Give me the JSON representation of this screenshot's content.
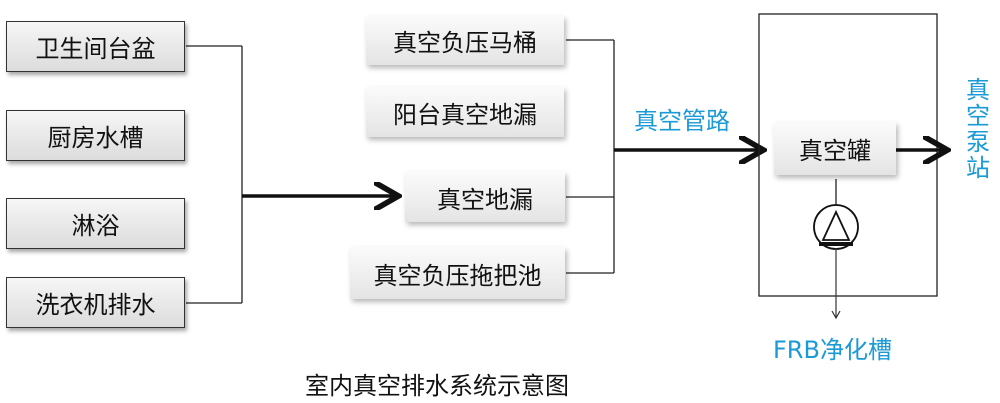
{
  "sources": [
    "卫生间台盆",
    "厨房水槽",
    "淋浴",
    "洗衣机排水"
  ],
  "devices": [
    "真空负压马桶",
    "阳台真空地漏",
    "真空地漏",
    "真空负压拖把池"
  ],
  "pipe_label": "真空管路",
  "tank_label": "真空罐",
  "pump_station_label": "真空泵站",
  "frb_label": "FRB净化槽",
  "title": "室内真空排水系统示意图",
  "colors": {
    "accent": "#1a9ad6",
    "line": "#111111"
  }
}
